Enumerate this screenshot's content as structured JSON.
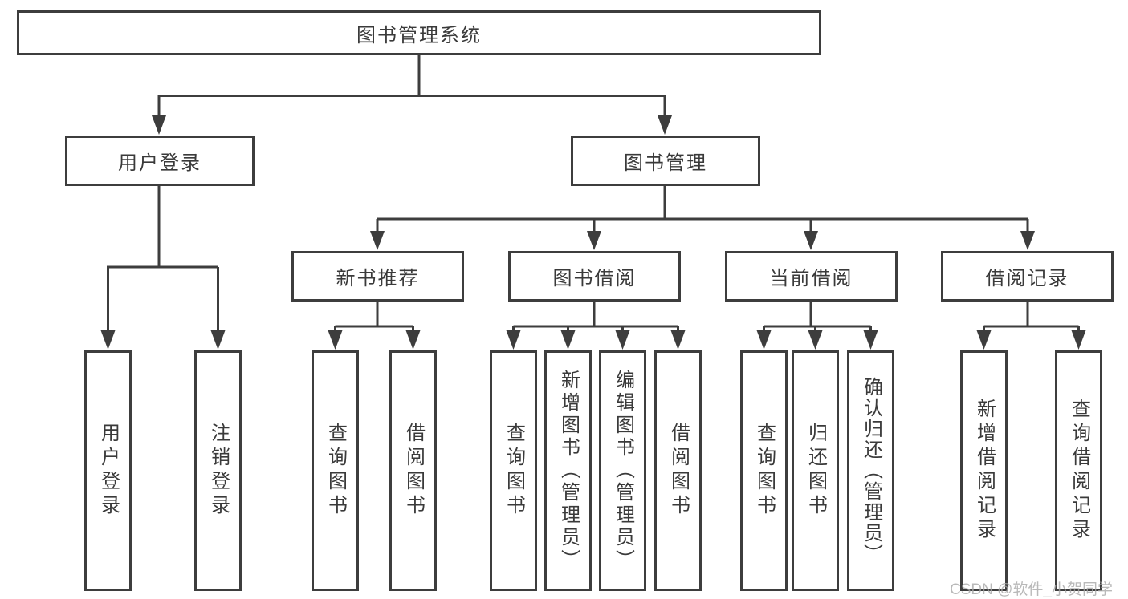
{
  "diagram": {
    "title": "图书管理系统",
    "type": "hierarchy-tree",
    "root": {
      "label": "图书管理系统"
    },
    "login_branch": {
      "label": "用户登录",
      "children": [
        {
          "label": "用户登录"
        },
        {
          "label": "注销登录"
        }
      ]
    },
    "manage_branch": {
      "label": "图书管理",
      "groups": [
        {
          "label": "新书推荐",
          "children": [
            {
              "label": "查询图书"
            },
            {
              "label": "借阅图书"
            }
          ]
        },
        {
          "label": "图书借阅",
          "children": [
            {
              "label": "查询图书"
            },
            {
              "label": "新增图书（管理员）"
            },
            {
              "label": "编辑图书（管理员）"
            },
            {
              "label": "借阅图书"
            }
          ]
        },
        {
          "label": "当前借阅",
          "children": [
            {
              "label": "查询图书"
            },
            {
              "label": "归还图书"
            },
            {
              "label": "确认归还（管理员）"
            }
          ]
        },
        {
          "label": "借阅记录",
          "children": [
            {
              "label": "新增借阅记录"
            },
            {
              "label": "查询借阅记录"
            }
          ]
        }
      ]
    }
  },
  "watermark": "CSDN @软件_小贺同学",
  "colors": {
    "line": "#3d3d3d",
    "text": "#3a3a3a",
    "box_background": "#ffffff",
    "watermark": "#a8a8a8"
  }
}
